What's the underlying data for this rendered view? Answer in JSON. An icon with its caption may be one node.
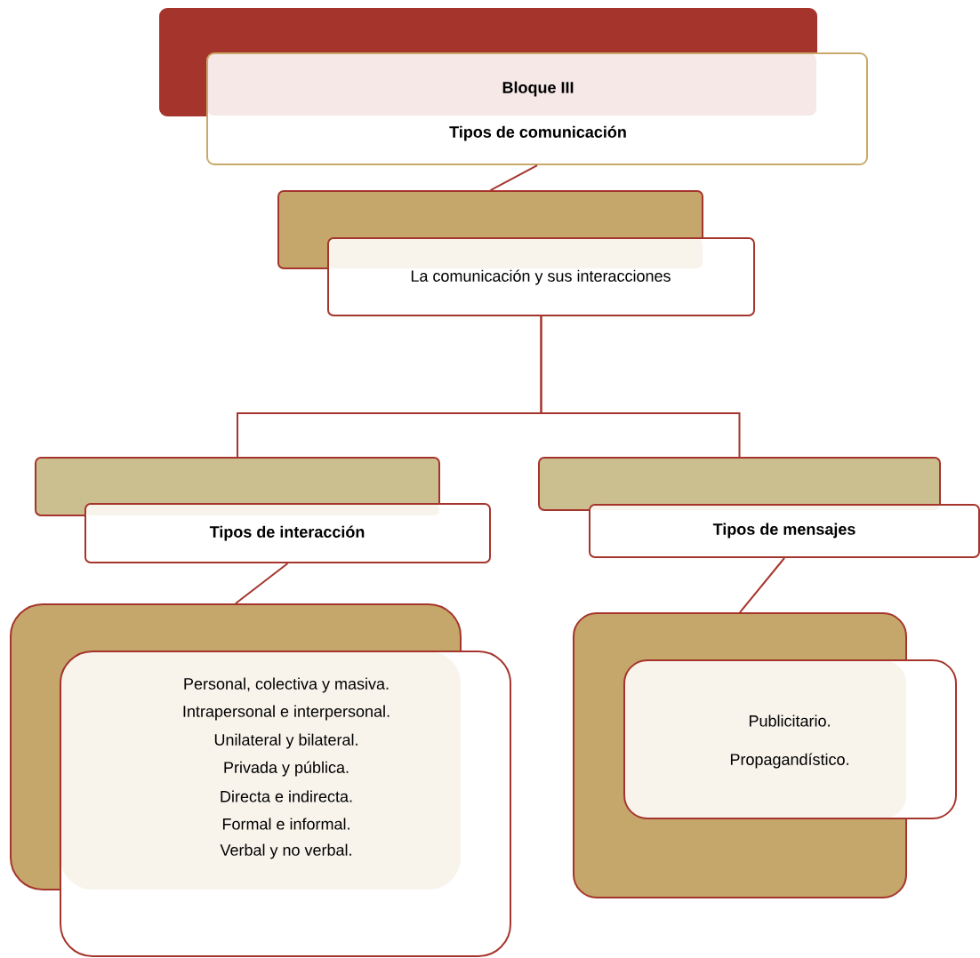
{
  "diagram": {
    "nodes": [
      {
        "text": [
          "Bloque III",
          "Tipos de comunicación"
        ]
      },
      {
        "text": [
          "La comunicación y sus interacciones"
        ]
      },
      {
        "text": [
          "Tipos de interacción"
        ]
      },
      {
        "text": [
          "Tipos de mensajes"
        ]
      },
      {
        "text": [
          "Personal, colectiva y masiva.",
          "Intrapersonal e interpersonal.",
          "Unilateral y bilateral.",
          "Privada y pública.",
          "Directa e indirecta.",
          "Formal e informal.",
          "Verbal y no verbal."
        ]
      },
      {
        "text": [
          "Publicitario.",
          "Propagandístico."
        ]
      }
    ],
    "edges": [
      {
        "from": 0,
        "to": 1,
        "arrow": "none"
      },
      {
        "from": 1,
        "to": 2,
        "arrow": "none"
      },
      {
        "from": 1,
        "to": 3,
        "arrow": "none"
      },
      {
        "from": 2,
        "to": 4,
        "arrow": "none"
      },
      {
        "from": 3,
        "to": 5,
        "arrow": "none"
      }
    ]
  }
}
